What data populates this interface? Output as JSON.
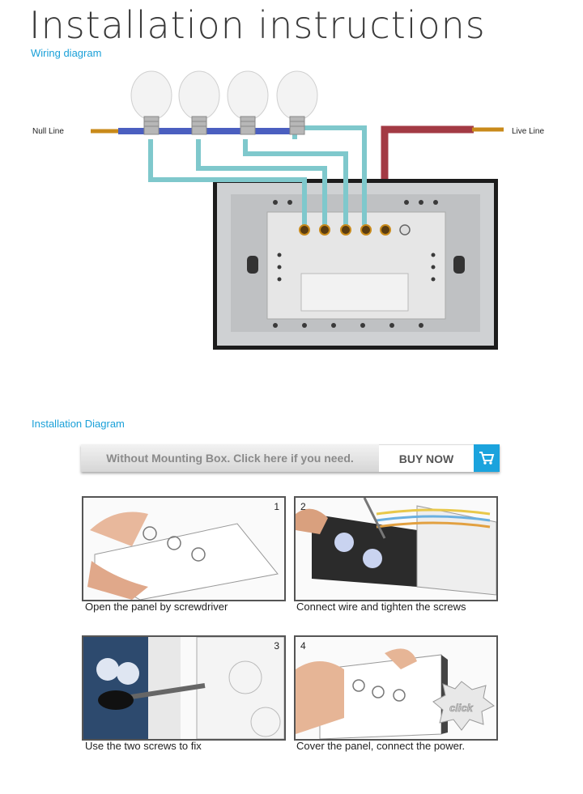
{
  "header": {
    "title": "Installation instructions",
    "subtitle": "Wiring diagram"
  },
  "wiring": {
    "null_label": "Null Line",
    "live_label": "Live Line",
    "colors": {
      "null": "#4b5fc0",
      "live": "#a33a44",
      "load": "#7fc8cc",
      "copper": "#c98a1a"
    }
  },
  "installation": {
    "title": "Installation Diagram",
    "banner_text": "Without Mounting Box. Click here if you need.",
    "buy_label": "BUY NOW",
    "cart_icon": "cart-icon"
  },
  "steps": [
    {
      "num": "1",
      "caption": "Open the panel by          screwdriver"
    },
    {
      "num": "2",
      "caption": "Connect wire and tighten the screws"
    },
    {
      "num": "3",
      "caption": "Use the two screws to fix"
    },
    {
      "num": "4",
      "caption": "Cover the panel, connect the power.",
      "badge": "click"
    }
  ]
}
